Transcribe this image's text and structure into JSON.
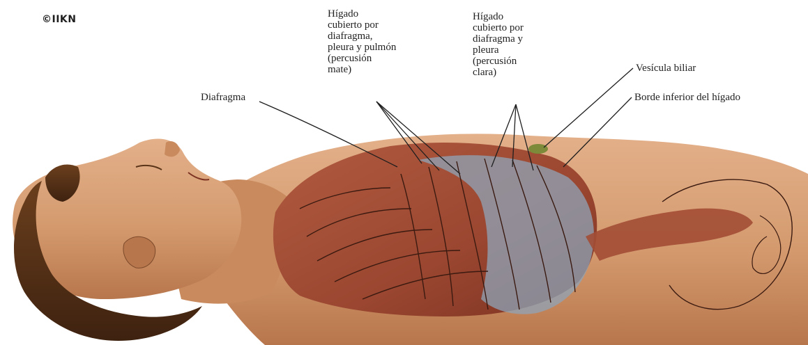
{
  "logo": {
    "mark": "©IIKN",
    "sub": ""
  },
  "labels": {
    "diafragma": "Diafragma",
    "higado_mate": "Hígado\ncubierto por\ndiafragma,\npleura y pulmón\n(percusión\nmate)",
    "higado_clara": "Hígado\ncubierto por\ndiafragma y\npleura\n(percusión\nclara)",
    "vesicula": "Vesícula biliar",
    "borde_higado": "Borde inferior del hígado"
  },
  "colors": {
    "skin": "#d49a6e",
    "skin_shadow": "#b8764c",
    "muscle": "#a24d35",
    "muscle_dark": "#7c3322",
    "diaphragm": "#8fa4b8",
    "hair": "#5a3418",
    "line": "#1e1e1e",
    "background": "#ffffff"
  }
}
